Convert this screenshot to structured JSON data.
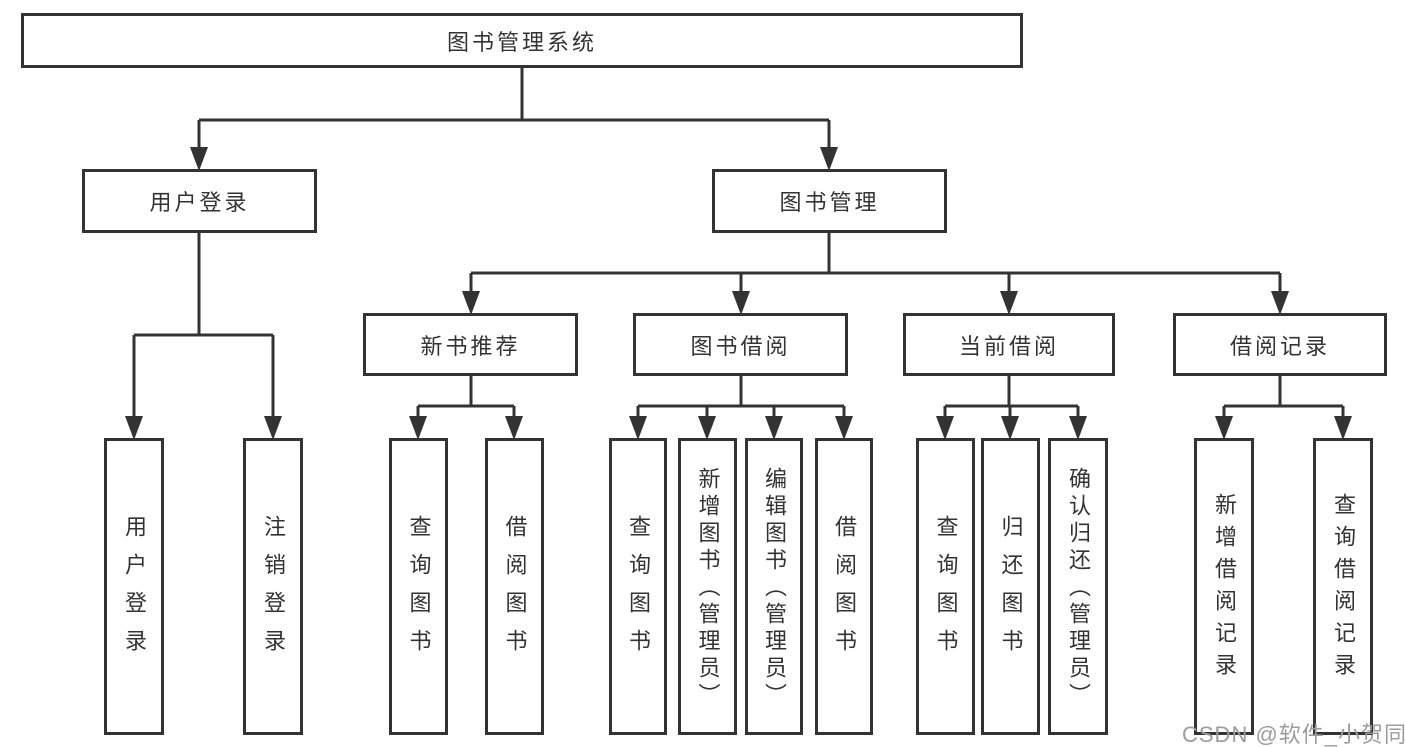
{
  "diagram": {
    "root": "图书管理系统",
    "user_login": {
      "label": "用户登录",
      "children": [
        "用户登录",
        "注销登录"
      ]
    },
    "book_management": {
      "label": "图书管理",
      "sections": [
        {
          "label": "新书推荐",
          "children": [
            "查询图书",
            "借阅图书"
          ]
        },
        {
          "label": "图书借阅",
          "children": [
            "查询图书",
            "新增图书（管理员）",
            "编辑图书（管理员）",
            "借阅图书"
          ]
        },
        {
          "label": "当前借阅",
          "children": [
            "查询图书",
            "归还图书",
            "确认归还（管理员）"
          ]
        },
        {
          "label": "借阅记录",
          "children": [
            "新增借阅记录",
            "查询借阅记录"
          ]
        }
      ]
    }
  },
  "watermark": "CSDN @软件_小贺同学",
  "colors": {
    "line": "#333333",
    "text": "#333333",
    "box_background": "#ffffff",
    "page_background": "#ffffff",
    "watermark": "#9c9c9c"
  }
}
